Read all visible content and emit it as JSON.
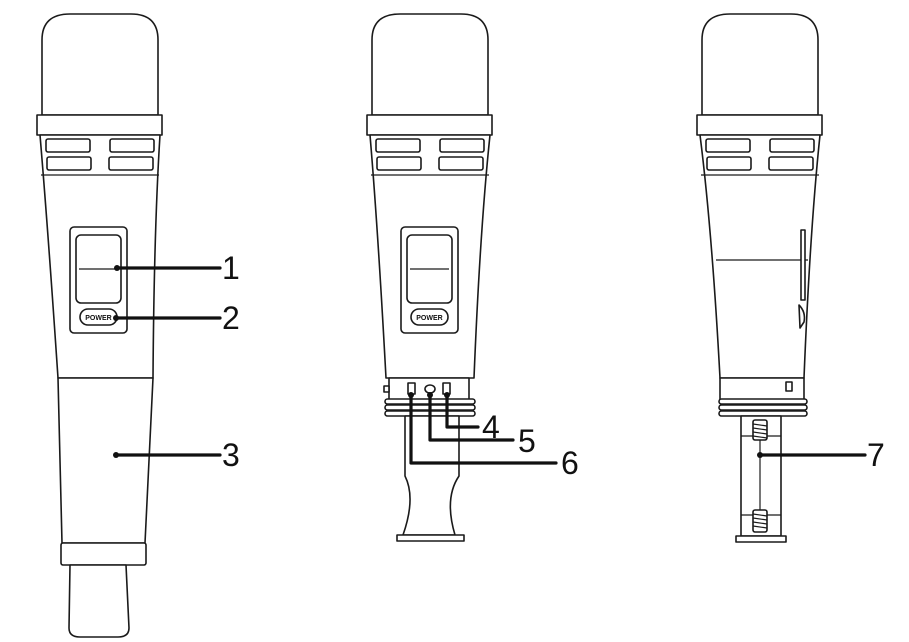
{
  "callouts": {
    "c1": "1",
    "c2": "2",
    "c3": "3",
    "c4": "4",
    "c5": "5",
    "c6": "6",
    "c7": "7"
  },
  "button_label": "POWER"
}
